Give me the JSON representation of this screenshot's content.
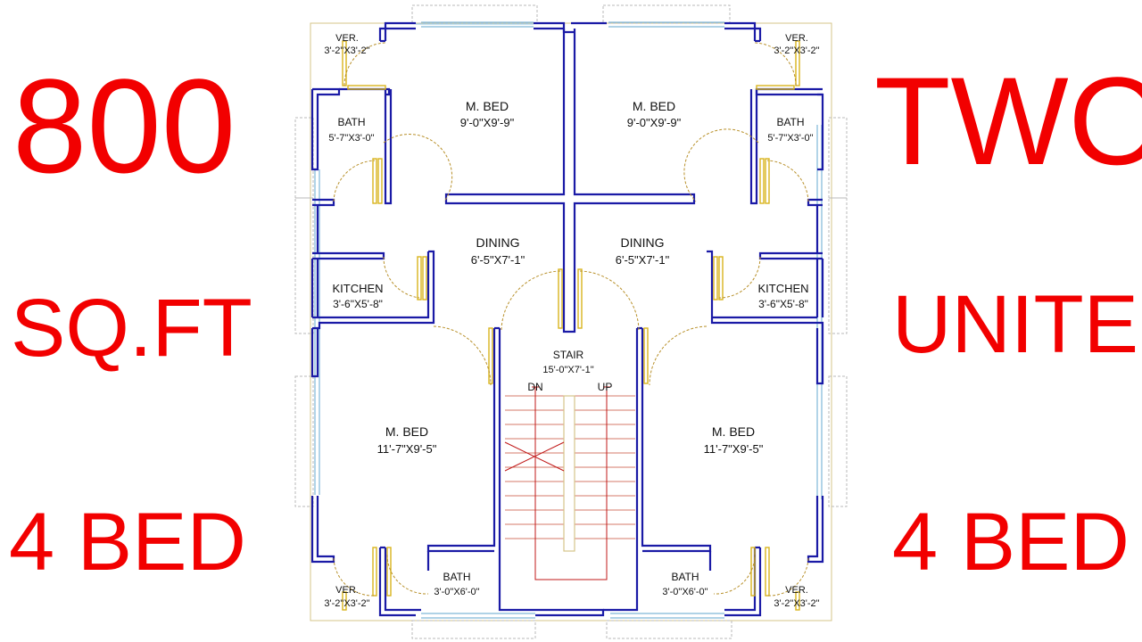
{
  "headline": {
    "left": [
      "800",
      "SQ.FT",
      "4 BED"
    ],
    "right": [
      "TWO",
      "UNITE",
      "4 BED"
    ]
  },
  "colors": {
    "headline": "#f20000",
    "wall": "#1a1aa6",
    "window": "#7fb8d8",
    "door_leaf": "#d8b41c",
    "door_swing": "#b8902a",
    "stair": "#d47a6a",
    "stair_arrow": "#c01818"
  },
  "rooms": {
    "ver_tl": {
      "name": "VER.",
      "size": "3'-2\"X3'-2\""
    },
    "ver_tr": {
      "name": "VER.",
      "size": "3'-2\"X3'-2\""
    },
    "ver_bl": {
      "name": "VER.",
      "size": "3'-2\"X3'-2\""
    },
    "ver_br": {
      "name": "VER.",
      "size": "3'-2\"X3'-2\""
    },
    "bed_tl": {
      "name": "M. BED",
      "size": "9'-0\"X9'-9\""
    },
    "bed_tr": {
      "name": "M. BED",
      "size": "9'-0\"X9'-9\""
    },
    "bath_tl": {
      "name": "BATH",
      "size": "5'-7\"X3'-0\""
    },
    "bath_tr": {
      "name": "BATH",
      "size": "5'-7\"X3'-0\""
    },
    "dining_l": {
      "name": "DINING",
      "size": "6'-5\"X7'-1\""
    },
    "dining_r": {
      "name": "DINING",
      "size": "6'-5\"X7'-1\""
    },
    "kitchen_l": {
      "name": "KITCHEN",
      "size": "3'-6\"X5'-8\""
    },
    "kitchen_r": {
      "name": "KITCHEN",
      "size": "3'-6\"X5'-8\""
    },
    "stair": {
      "name": "STAIR",
      "size": "15'-0\"X7'-1\"",
      "dn": "DN",
      "up": "UP"
    },
    "bed_bl": {
      "name": "M. BED",
      "size": "11'-7\"X9'-5\""
    },
    "bed_br": {
      "name": "M. BED",
      "size": "11'-7\"X9'-5\""
    },
    "bath_bl": {
      "name": "BATH",
      "size": "3'-0\"X6'-0\""
    },
    "bath_br": {
      "name": "BATH",
      "size": "3'-0\"X6'-0\""
    }
  }
}
